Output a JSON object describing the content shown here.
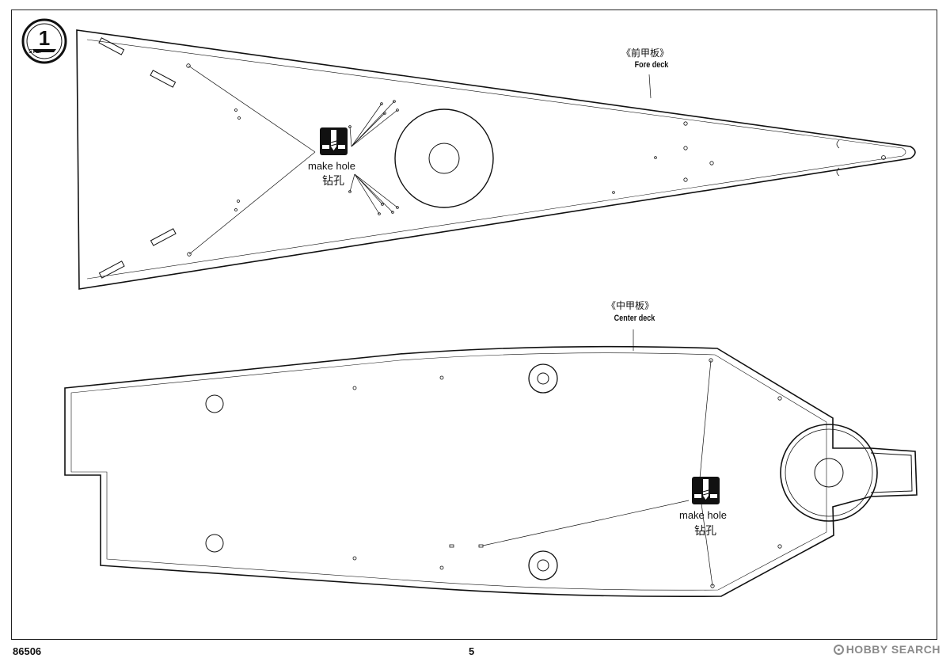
{
  "step": {
    "number": "1",
    "label": "STEP"
  },
  "fore_deck": {
    "label_cn": "《前甲板》",
    "label_en": "Fore deck"
  },
  "center_deck": {
    "label_cn": "《中甲板》",
    "label_en": "Center deck"
  },
  "instructions": {
    "fore": {
      "en": "make hole",
      "cn": "钻孔"
    },
    "center": {
      "en": "make hole",
      "cn": "钻孔"
    }
  },
  "footer": {
    "kit_number": "86506",
    "page_number": "5"
  },
  "watermark": {
    "text": "HOBBY SEARCH"
  },
  "colors": {
    "line": "#111111",
    "paper": "#ffffff",
    "watermark": "#8a8a8a"
  },
  "icons": [
    "step-badge-icon",
    "drill-icon"
  ]
}
